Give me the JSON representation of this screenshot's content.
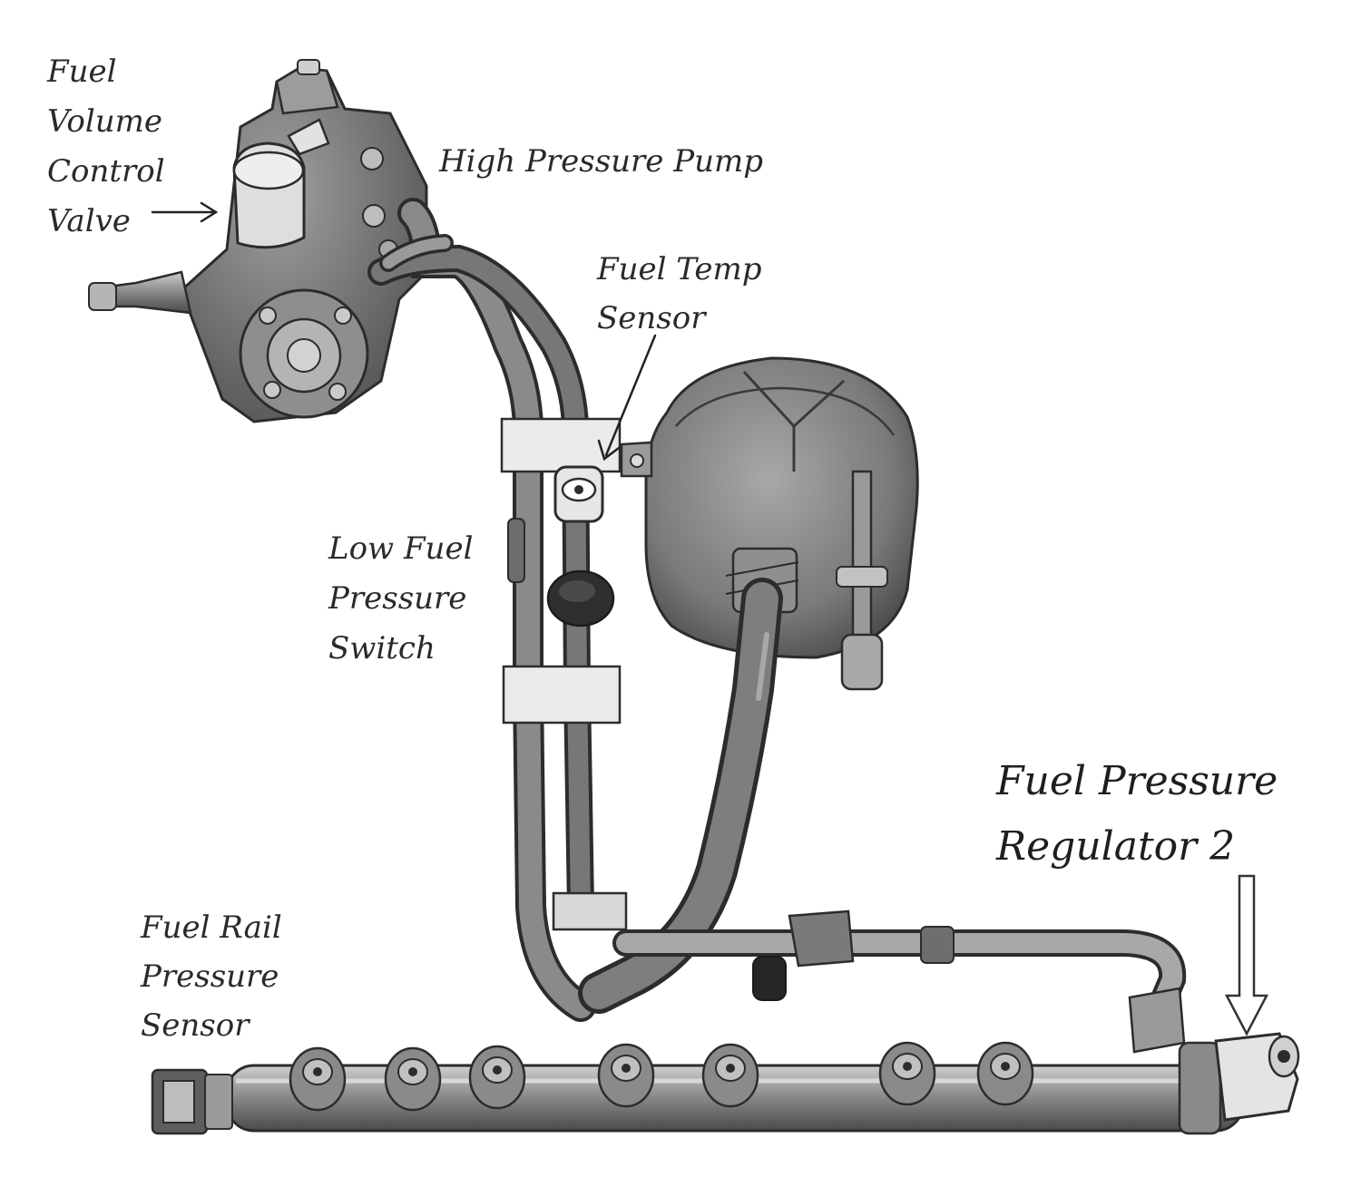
{
  "labels": {
    "fuel_volume_control_valve": [
      "Fuel",
      "Volume",
      "Control",
      "Valve"
    ],
    "high_pressure_pump": "High Pressure Pump",
    "fuel_temp_sensor": [
      "Fuel Temp",
      "Sensor"
    ],
    "low_fuel_pressure_switch": [
      "Low Fuel",
      "Pressure",
      "Switch"
    ],
    "fuel_rail_pressure_sensor": [
      "Fuel Rail",
      "Pressure",
      "Sensor"
    ],
    "fuel_pressure_regulator_2": [
      "Fuel Pressure",
      "Regulator 2"
    ]
  },
  "colors": {
    "background": "#ffffff",
    "metal_dark": "#5a5a5a",
    "metal_mid": "#8a8a8a",
    "metal_light": "#b9b9b9",
    "clip": "#e8e8e8",
    "ink": "#2a2a2a"
  }
}
